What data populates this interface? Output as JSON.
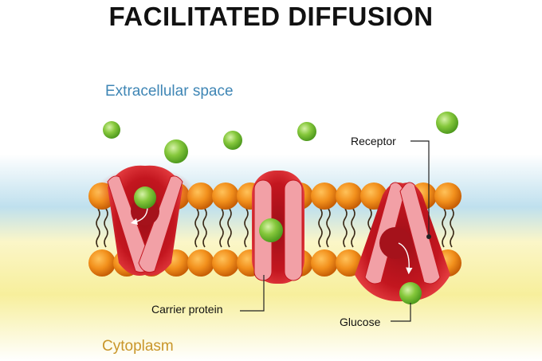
{
  "title": "FACILITATED DIFFUSION",
  "regions": {
    "extracellular": "Extracellular space",
    "cytoplasm": "Cytoplasm"
  },
  "callouts": {
    "receptor": "Receptor",
    "carrier": "Carrier protein",
    "glucose": "Glucose"
  },
  "colors": {
    "title": "#111111",
    "extracellular_text": "#3f86b5",
    "cytoplasm_text": "#c9962a",
    "extracellular_bg": "#bfe0ee",
    "cytoplasm_bg": "#f7ef9c",
    "lipid_head": "#f0921e",
    "protein_dark": "#c3161f",
    "protein_light": "#f2a0a6",
    "glucose": "#7cc43a"
  },
  "icons": {
    "glucose": "green-molecule-icon",
    "lipid": "phospholipid-head-icon"
  }
}
